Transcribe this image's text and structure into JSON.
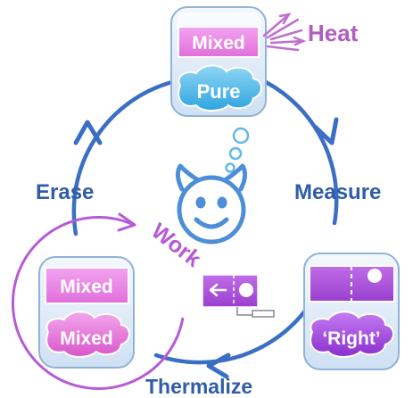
{
  "diagram": {
    "cycle_stages": {
      "measure": "Measure",
      "thermalize": "Thermalize",
      "erase": "Erase"
    },
    "heat_label": "Heat",
    "work_label": "Work",
    "top_box": {
      "bar_label": "Mixed",
      "cloud_label": "Pure"
    },
    "right_box": {
      "cloud_label": "‘Right’"
    },
    "left_box": {
      "bar_label": "Mixed",
      "cloud_label": "Mixed"
    },
    "colors": {
      "cycle_arrow": "#3a6fc4",
      "label_blue": "#2f5da8",
      "heat": "#b05cc0",
      "work": "#b65ad6",
      "pink_bar": "#e77fe6",
      "violet_bar": "#a94fd6",
      "cloud_blue": "#45b6e6",
      "cloud_pink": "#e56fd8",
      "cloud_violet": "#9b3fd6",
      "box_fill": "#e4eef9",
      "box_stroke": "#8fb2d8",
      "demon": "#4d8ed6"
    },
    "icons": [
      "demon-face-icon",
      "thought-bubble-icon",
      "heat-rays-icon",
      "piston-icon"
    ]
  }
}
